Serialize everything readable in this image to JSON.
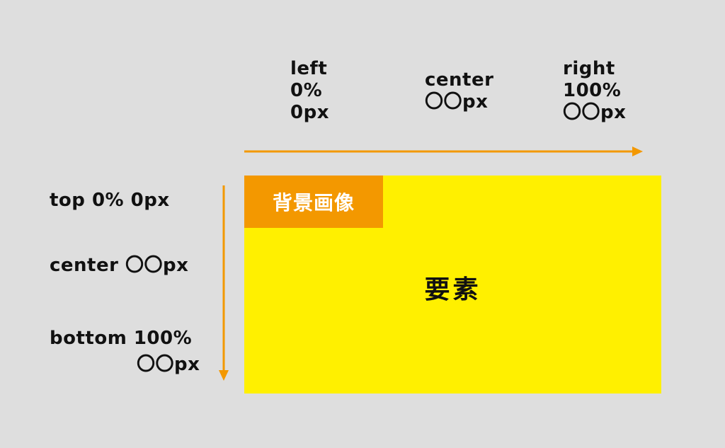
{
  "colors": {
    "background": "#dedede",
    "arrow": "#f39800",
    "element": "#fff000",
    "background_image": "#f39800",
    "text": "#111111",
    "badge_text": "#ffffff"
  },
  "horizontal": {
    "left": [
      "left",
      "0%",
      "0px"
    ],
    "center": [
      "center",
      "〇〇px"
    ],
    "right": [
      "right",
      "100%",
      "〇〇px"
    ]
  },
  "vertical": {
    "top": "top 0%  0px",
    "center": "center 〇〇px",
    "bottom_line1": "bottom 100%",
    "bottom_line2": "〇〇px"
  },
  "boxes": {
    "background_image_label": "背景画像",
    "element_label": "要素"
  },
  "icons": {
    "horizontal_arrow": "arrow-right-icon",
    "vertical_arrow": "arrow-down-icon"
  }
}
